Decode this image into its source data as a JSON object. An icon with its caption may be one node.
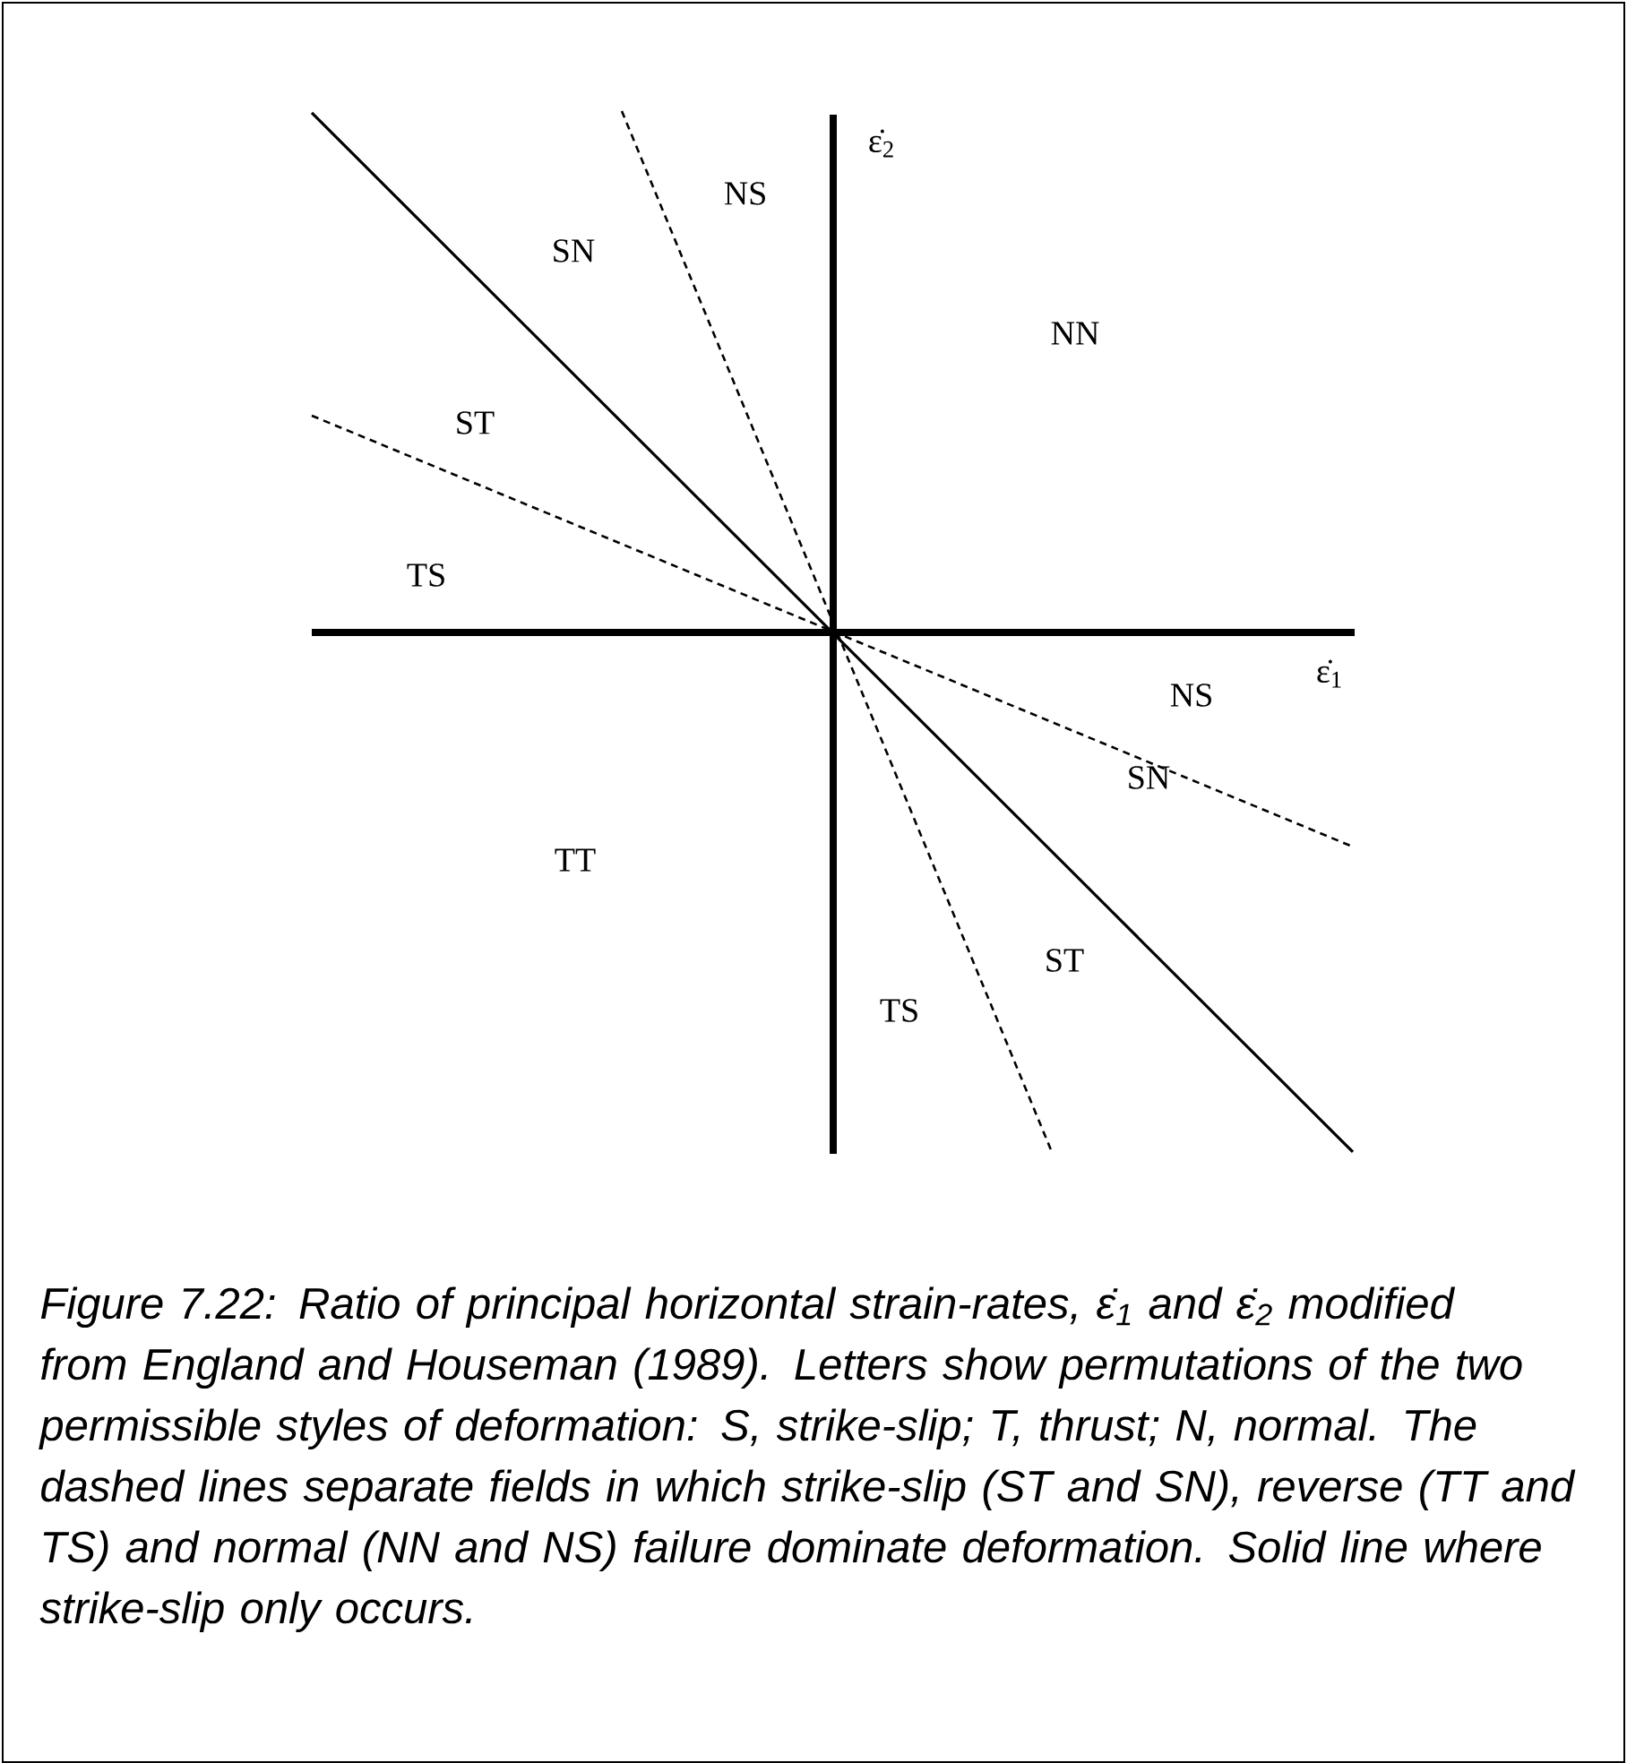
{
  "diagram": {
    "caption": "Figure 7.22: Ratio of principal horizontal strain-rates, ε̇$_{1}$ and ε̇$_{2}$ modified from England and Houseman (1989). Letters show permutations of the two permissible styles of deformation: S, strike-slip; T, thrust; N, normal. The dashed lines separate fields in which strike-slip (ST and SN), reverse (TT and TS) and normal (NN and NS) failure dominate deformation. Solid line where strike-slip only occurs.",
    "labels": [
      "NS",
      "ε̇$_{2}$",
      "SN",
      "NN",
      "ST",
      "TS",
      "NS",
      "ε̇$_{1}$",
      "SN",
      "TT",
      "ST",
      "TS"
    ]
  }
}
